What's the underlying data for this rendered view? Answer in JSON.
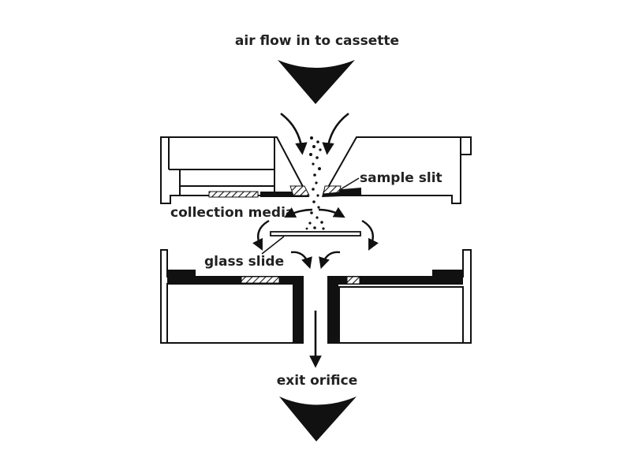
{
  "labels": {
    "inlet": "air flow in to cassette",
    "slit": "sample slit",
    "media": "collection media",
    "slide": "glass slide",
    "exit": "exit orifice"
  },
  "colors": {
    "ink": "#111111",
    "text": "#222222",
    "background": "#ffffff"
  }
}
